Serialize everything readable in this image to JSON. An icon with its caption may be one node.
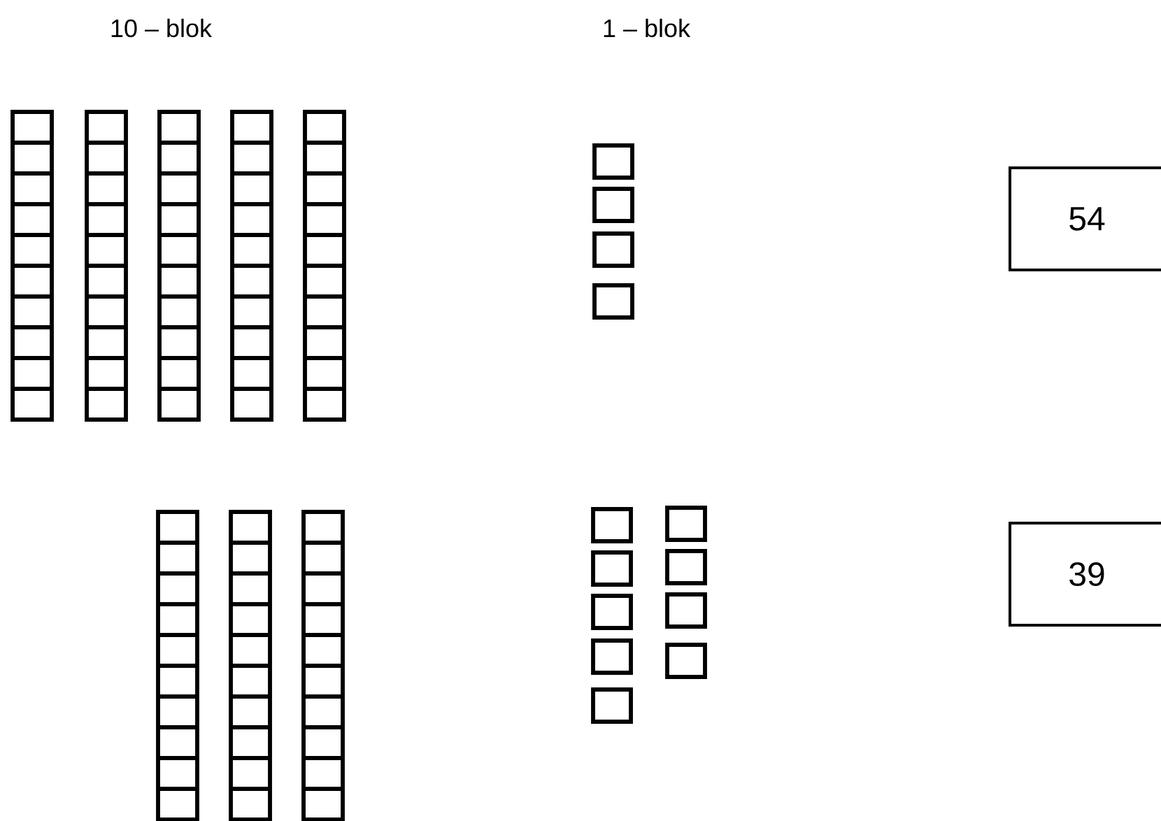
{
  "diagram": {
    "nodes": [
      {
        "text": [
          "54"
        ]
      },
      {
        "text": [
          "39"
        ]
      }
    ],
    "labels": [
      "10 – blok",
      "1 – blok"
    ]
  }
}
